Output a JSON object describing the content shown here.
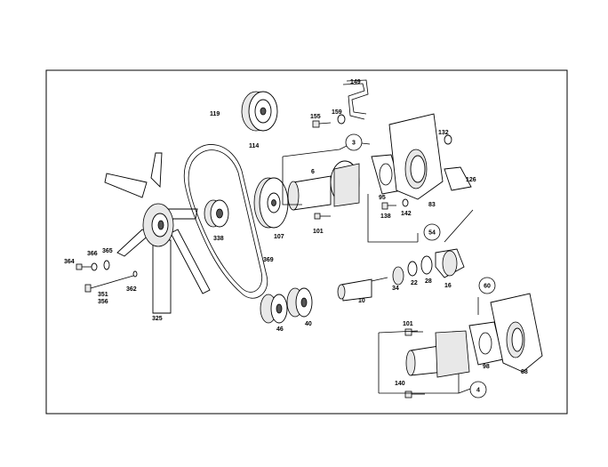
{
  "parts": {
    "p119": "119",
    "p114": "114",
    "p155": "155",
    "p159": "159",
    "p149": "149",
    "p132": "132",
    "p126": "126",
    "p6": "6",
    "p3": "3",
    "p95": "95",
    "p83": "83",
    "p138": "138",
    "p142": "142",
    "p101a": "101",
    "p338": "338",
    "p107": "107",
    "p369": "369",
    "p54": "54",
    "p364": "364",
    "p366": "366",
    "p365": "365",
    "p351": "351",
    "p356": "356",
    "p362": "362",
    "p325": "325",
    "p34": "34",
    "p22": "22",
    "p28": "28",
    "p16": "16",
    "p10": "10",
    "p60": "60",
    "p46": "46",
    "p40": "40",
    "p101b": "101",
    "p98": "98",
    "p88": "88",
    "p140": "140",
    "p4": "4"
  }
}
